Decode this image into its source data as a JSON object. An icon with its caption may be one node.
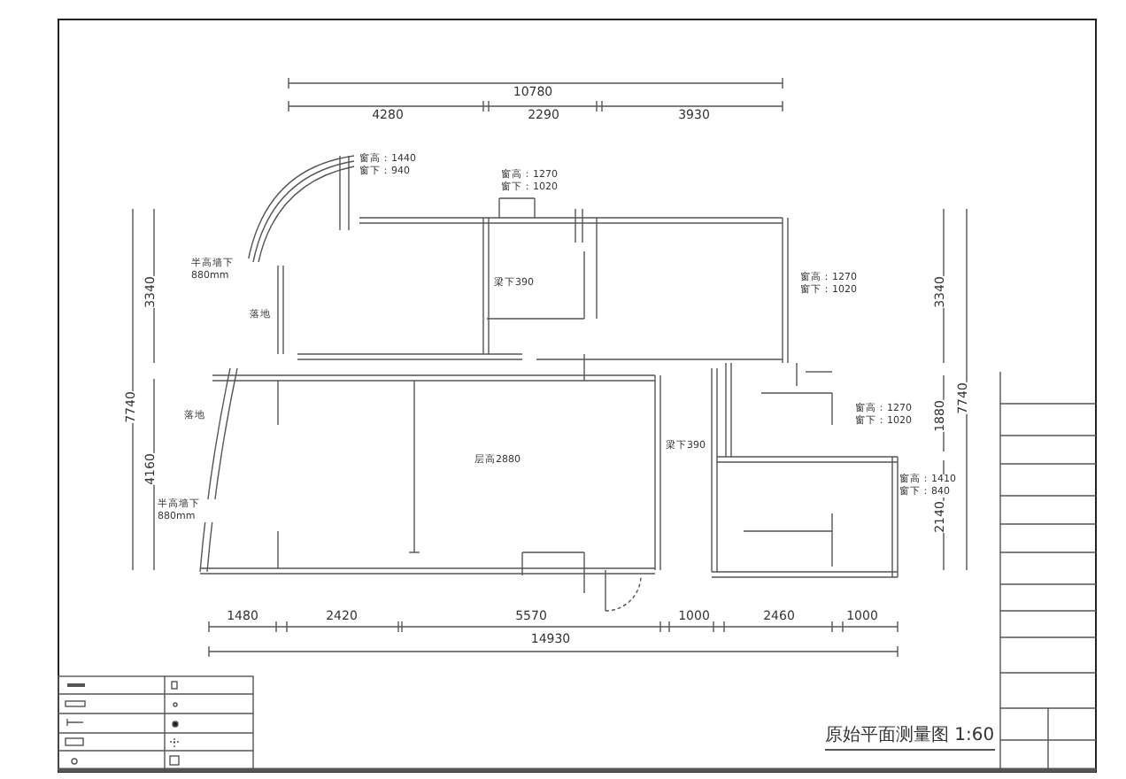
{
  "diagram": {
    "title": "原始平面测量图 1:60",
    "labels": [
      "10780",
      "4280",
      "2290",
      "3930",
      "窗高：1440 窗下：940",
      "窗高：1270 窗下：1020",
      "半高墙下 880mm",
      "梁下390",
      "窗高：1270 窗下：1020",
      "落地",
      "3340",
      "7740",
      "4160",
      "3340",
      "7740",
      "1880",
      "2140",
      "落地",
      "层高2880",
      "梁下390",
      "窗高：1270 窗下：1020",
      "窗高：1410 窗下：840",
      "半高墙下 880mm",
      "1480",
      "2420",
      "5570",
      "1000",
      "2460",
      "1000",
      "14930"
    ]
  }
}
